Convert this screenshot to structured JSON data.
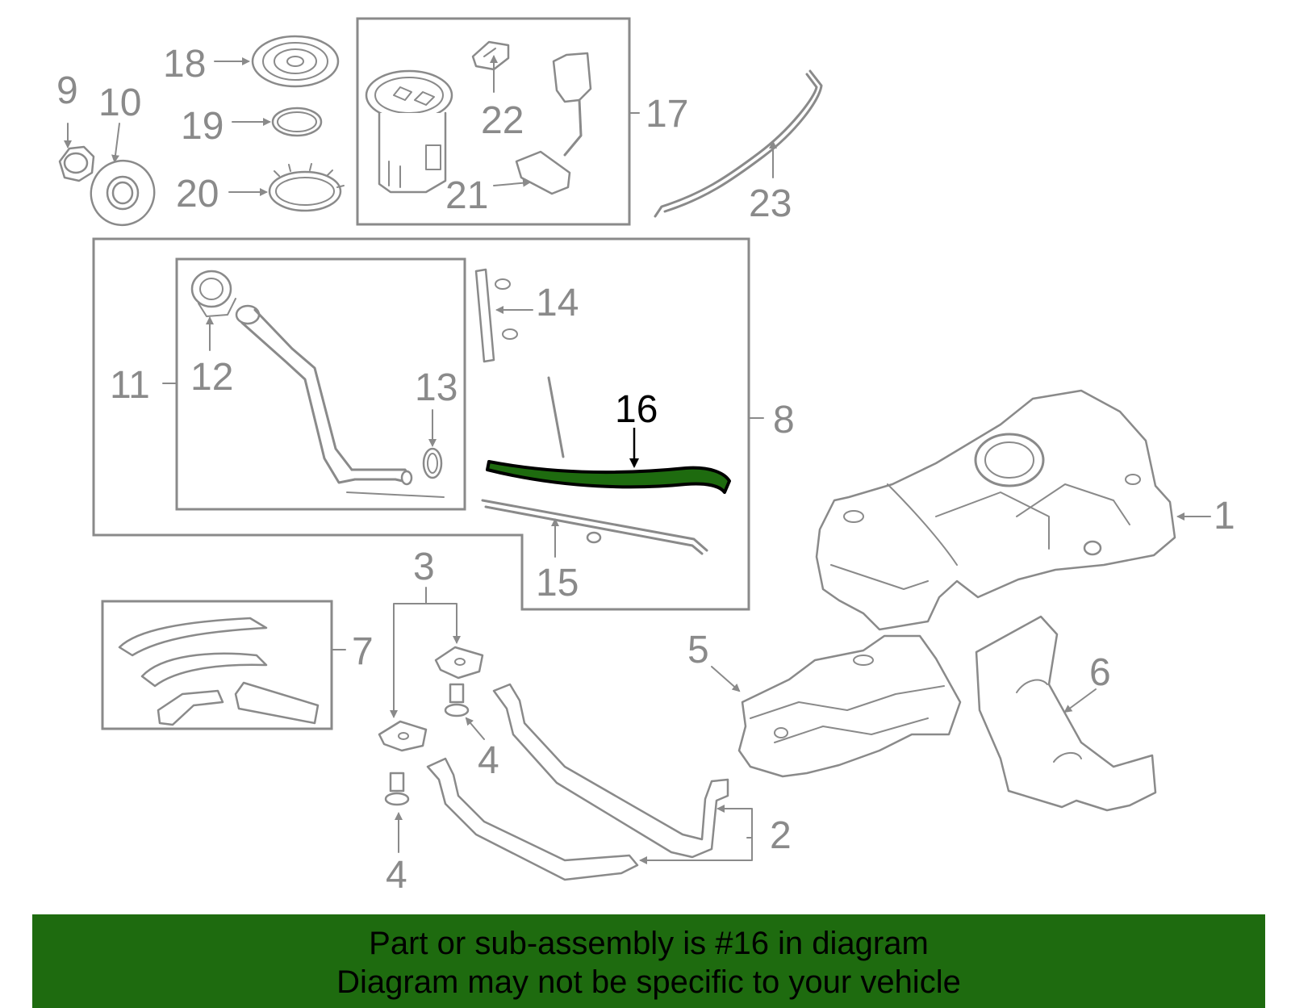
{
  "callouts": {
    "c1": "1",
    "c2": "2",
    "c3": "3",
    "c4a": "4",
    "c4b": "4",
    "c5": "5",
    "c6": "6",
    "c7": "7",
    "c8": "8",
    "c9": "9",
    "c10": "10",
    "c11": "11",
    "c12": "12",
    "c13": "13",
    "c14": "14",
    "c15": "15",
    "c16": "16",
    "c17": "17",
    "c18": "18",
    "c19": "19",
    "c20": "20",
    "c21": "21",
    "c22": "22",
    "c23": "23"
  },
  "highlight": {
    "part_number": "16",
    "color": "#1e6b0f"
  },
  "banner": {
    "line1": "Part or sub-assembly is #16 in diagram",
    "line2": "Diagram may not be specific to your vehicle",
    "background": "#1e6b0f"
  }
}
